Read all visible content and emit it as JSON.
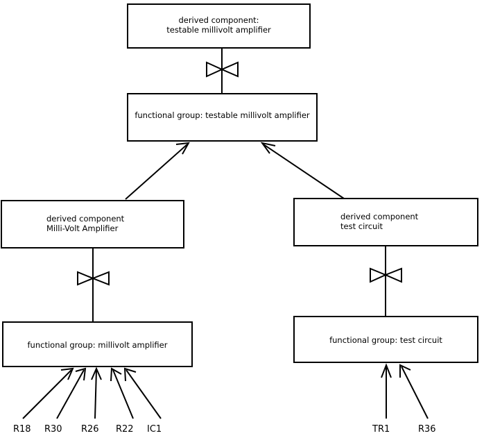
{
  "diagram": {
    "title": "",
    "type": "component-decomposition-tree",
    "colors": {
      "stroke": "#000000",
      "background": "#ffffff",
      "text": "#000000"
    },
    "nodes": [
      {
        "id": "derived-testable-amp",
        "label": "derived component:\ntestable millivolt amplifier",
        "kind": "derived-component"
      },
      {
        "id": "fg-testable-amp",
        "label": "functional group: testable millivolt amplifier",
        "kind": "functional-group"
      },
      {
        "id": "derived-mv-amp",
        "label": "derived component\nMilli-Volt Amplifier",
        "kind": "derived-component"
      },
      {
        "id": "derived-test-circuit",
        "label": "derived component\ntest circuit",
        "kind": "derived-component"
      },
      {
        "id": "fg-mv-amp",
        "label": "functional group: millivolt amplifier",
        "kind": "functional-group"
      },
      {
        "id": "fg-test-circuit",
        "label": "functional group: test circuit",
        "kind": "functional-group"
      }
    ],
    "connectors": [
      {
        "id": "bowtie-top",
        "type": "bowtie-icon",
        "from": "derived-testable-amp",
        "to": "fg-testable-amp"
      },
      {
        "id": "bowtie-mv",
        "type": "bowtie-icon",
        "from": "derived-mv-amp",
        "to": "fg-mv-amp"
      },
      {
        "id": "bowtie-tc",
        "type": "bowtie-icon",
        "from": "derived-test-circuit",
        "to": "fg-test-circuit"
      },
      {
        "id": "arrow-mv-to-fg",
        "type": "arrow",
        "from": "derived-mv-amp",
        "to": "fg-testable-amp"
      },
      {
        "id": "arrow-tc-to-fg",
        "type": "arrow",
        "from": "derived-test-circuit",
        "to": "fg-testable-amp"
      }
    ],
    "leaves_left": [
      {
        "id": "R18",
        "label": "R18"
      },
      {
        "id": "R30",
        "label": "R30"
      },
      {
        "id": "R26",
        "label": "R26"
      },
      {
        "id": "R22",
        "label": "R22"
      },
      {
        "id": "IC1",
        "label": "IC1"
      }
    ],
    "leaves_right": [
      {
        "id": "TR1",
        "label": "TR1"
      },
      {
        "id": "R36",
        "label": "R36"
      }
    ]
  }
}
